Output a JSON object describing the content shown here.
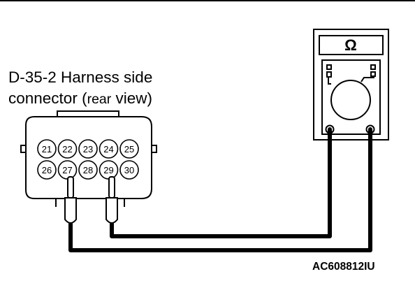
{
  "connector": {
    "title": "D-35-2 Harness side",
    "subtitle_main": "connector",
    "subtitle_paren_open": "(",
    "subtitle_rear": "rear",
    "subtitle_view": " view)",
    "pins_top": [
      "21",
      "22",
      "23",
      "24",
      "25"
    ],
    "pins_bottom": [
      "26",
      "27",
      "28",
      "29",
      "30"
    ]
  },
  "meter": {
    "unit_symbol": "Ω"
  },
  "figure_id": "AC608812IU",
  "colors": {
    "line": "#000000",
    "background": "#ffffff"
  }
}
